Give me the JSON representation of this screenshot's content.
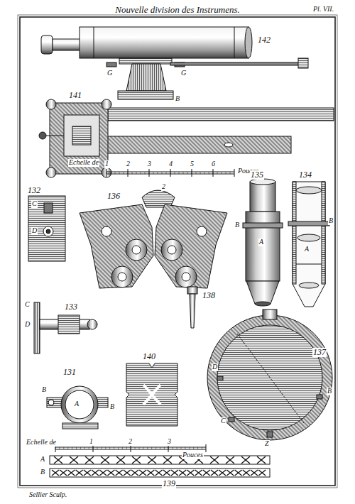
{
  "diagram": {
    "title": "Nouvelle division des Instrumens.",
    "labels": [
      "142",
      "G",
      "G",
      "141",
      "B",
      "Echelle de",
      "1",
      "2",
      "3",
      "4",
      "5",
      "6",
      "Pouces",
      "2",
      "132",
      "C",
      "D",
      "136",
      "135",
      "A",
      "B",
      "134",
      "A",
      "B",
      "133",
      "C",
      "D",
      "138",
      "140",
      "137",
      "D",
      "B",
      "C",
      "Z",
      "131",
      "B",
      "A",
      "B",
      "Echelle de",
      "1",
      "2",
      "3",
      "Pouces",
      "A",
      "B",
      "139",
      "Sellier Sculp.",
      "Pl. VII."
    ]
  }
}
